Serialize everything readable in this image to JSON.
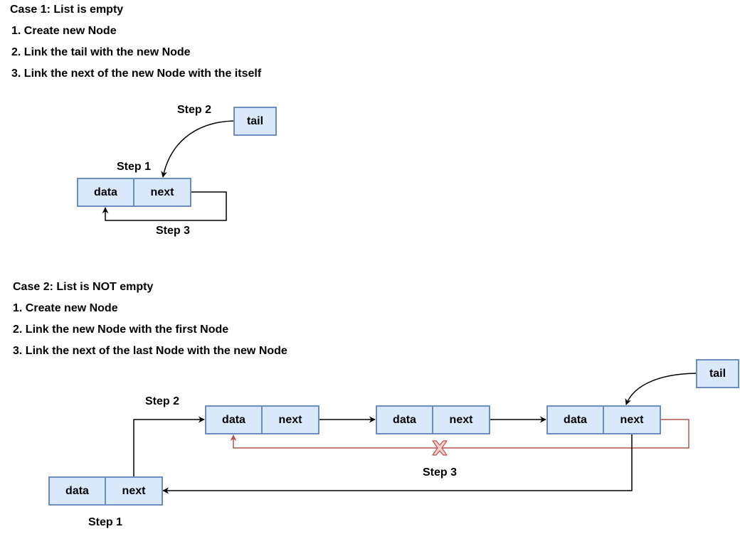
{
  "case1": {
    "heading": "Case 1: List is empty",
    "steps": [
      "1. Create new Node",
      "2. Link the tail with the new Node",
      "3. Link the next of the new Node with the itself"
    ],
    "diagram": {
      "tail_label": "tail",
      "node_data_label": "data",
      "node_next_label": "next",
      "step1_label": "Step 1",
      "step2_label": "Step 2",
      "step3_label": "Step 3"
    }
  },
  "case2": {
    "heading": "Case 2: List is NOT empty",
    "steps": [
      "1. Create new Node",
      "2. Link the new Node with the first Node",
      "3. Link the next of the last Node with the new Node"
    ],
    "diagram": {
      "tail_label": "tail",
      "nodes": [
        {
          "data": "data",
          "next": "next"
        },
        {
          "data": "data",
          "next": "next"
        },
        {
          "data": "data",
          "next": "next"
        }
      ],
      "new_node": {
        "data": "data",
        "next": "next"
      },
      "step1_label": "Step 1",
      "step2_label": "Step 2",
      "step3_label": "Step 3"
    }
  },
  "colors": {
    "node_fill": "#dae8fc",
    "node_border": "#6c8ebf",
    "arrow": "#000000",
    "removed_link": "#b85450"
  }
}
